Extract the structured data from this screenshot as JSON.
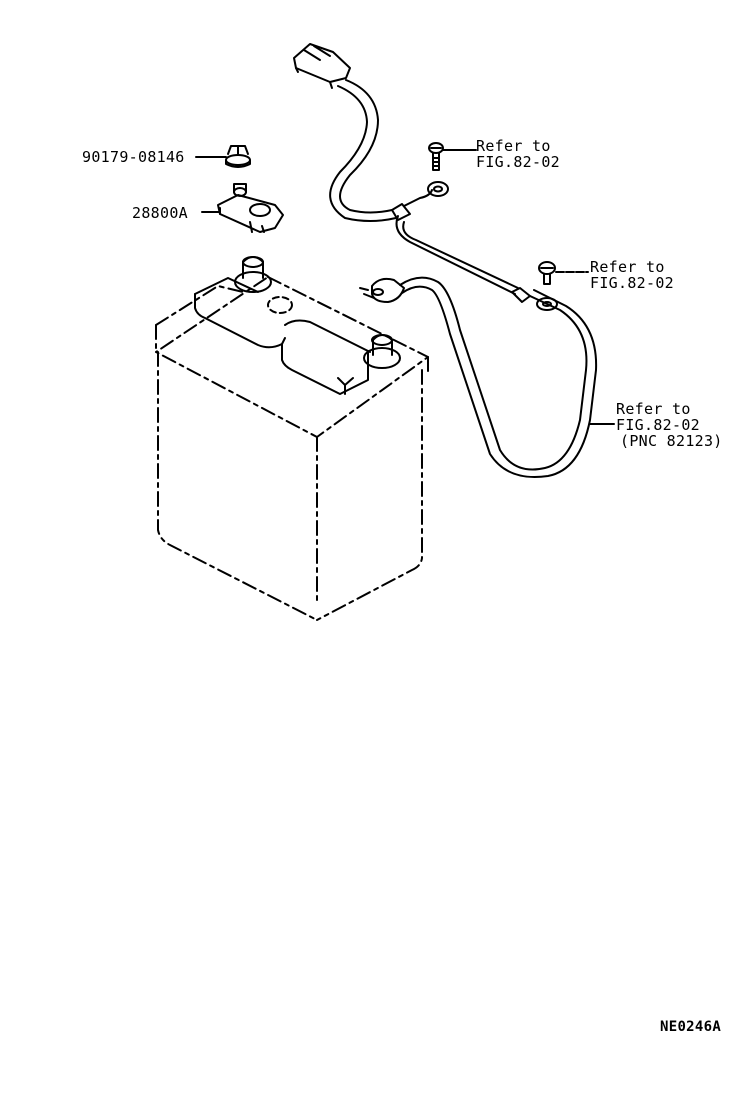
{
  "diagram": {
    "type": "parts-catalog-illustration",
    "subject": "Battery and battery cables",
    "illustration_code": "NE0246A",
    "colors": {
      "line": "#000000",
      "background": "#ffffff"
    }
  },
  "callouts": [
    {
      "id": "nut",
      "part_number": "90179-08146",
      "part": "nut"
    },
    {
      "id": "terminal-clamp",
      "part_number": "28800A",
      "part": "battery terminal clamp"
    },
    {
      "id": "bolt-upper",
      "line1": "Refer to",
      "line2": "FIG.82-02"
    },
    {
      "id": "bolt-right",
      "line1": "Refer to",
      "line2": "FIG.82-02"
    },
    {
      "id": "cable",
      "line1": "Refer to",
      "line2": "FIG.82-02",
      "line3": "(PNC 82123)"
    }
  ],
  "footer": {
    "code": "NE0246A"
  }
}
